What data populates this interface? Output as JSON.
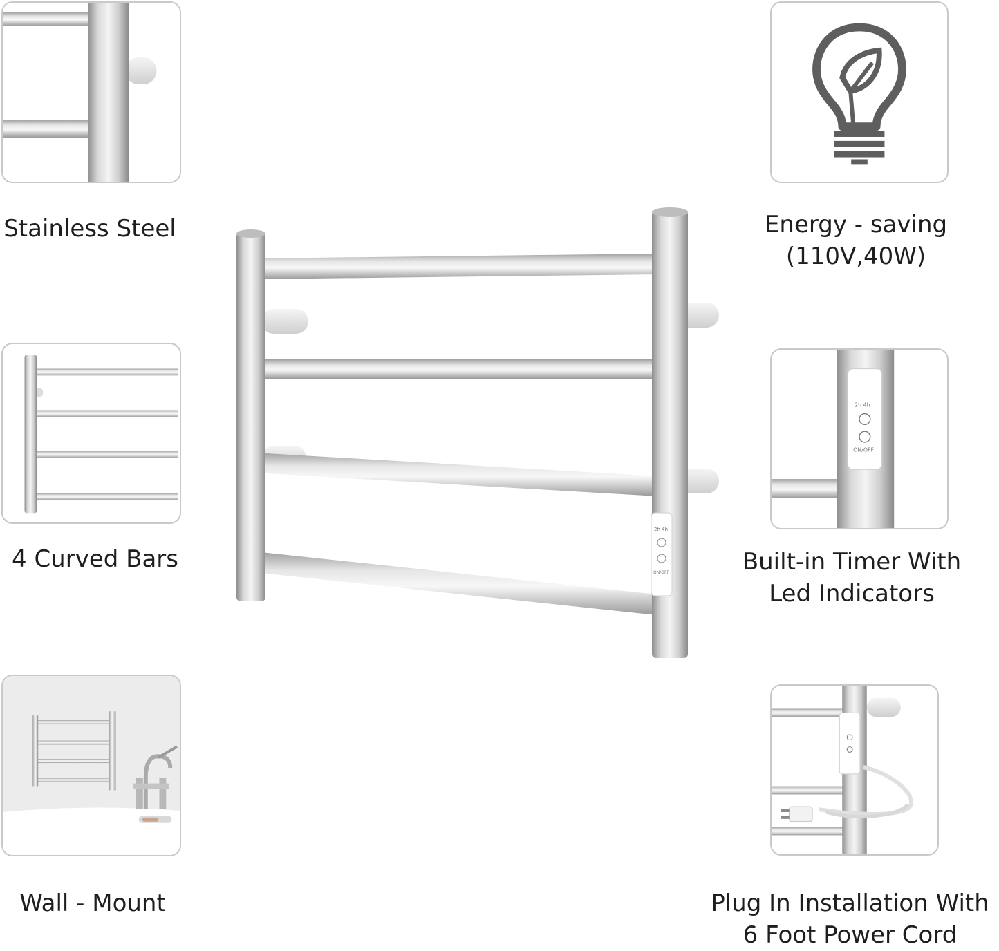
{
  "features": {
    "stainless": {
      "label": "Stainless Steel"
    },
    "bars": {
      "label": "4 Curved Bars"
    },
    "wall": {
      "label": "Wall - Mount"
    },
    "energy": {
      "line1": "Energy - saving",
      "line2": "(110V,40W)"
    },
    "timer": {
      "line1": "Built-in Timer With",
      "line2": "Led Indicators"
    },
    "plug": {
      "line1": "Plug In Installation With",
      "line2": "6 Foot Power Cord"
    }
  },
  "timer_panel": {
    "top_labels": "2h  4h",
    "onoff_text": "ON/OFF"
  },
  "icons": {
    "energy": "lightbulb-leaf-icon"
  },
  "colors": {
    "steel_light": "#eeeeee",
    "steel_mid": "#c8c8c8",
    "steel_dark": "#9a9a9a",
    "tile_border": "#c9c9c9",
    "icon_gray": "#5e5e5e"
  }
}
